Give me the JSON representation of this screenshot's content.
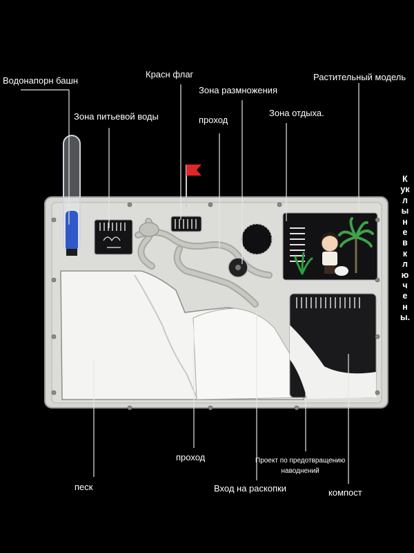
{
  "labels": {
    "water_tower": "Водонапорн башн",
    "red_flag": "Красн флаг",
    "breeding_zone": "Зона размножения",
    "plant_model": "Растительный модель",
    "drinking_zone": "Зона питьевой воды",
    "passage_top": "проход",
    "rest_zone": "Зона отдыха.",
    "passage_bottom": "проход",
    "sand": "песк",
    "flood_project_line1": "Проект по предотвращению",
    "flood_project_line2": "наводнений",
    "dig_entrance": "Вход на раскопки",
    "compost": "компост",
    "dolls_note": "Куклы не включены."
  },
  "colors": {
    "background": "#000000",
    "label_text": "#ffffff",
    "frame": "#d8d8d4",
    "sand": "#f3f3f1",
    "tube_water": "#2f58c8",
    "flag": "#e0262b"
  }
}
